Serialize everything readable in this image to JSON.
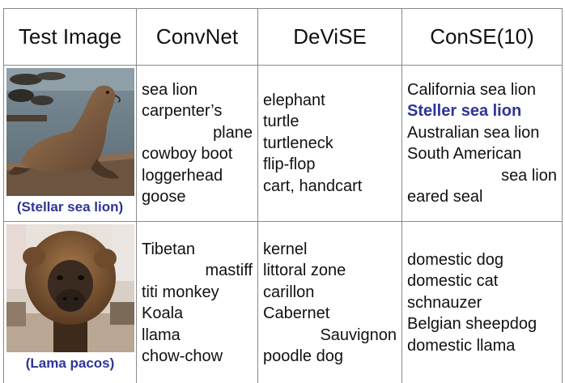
{
  "headers": [
    "Test Image",
    "ConvNet",
    "DeViSE",
    "ConSE(10)"
  ],
  "rows": [
    {
      "image": "sea-lion-photo",
      "caption": "(Stellar sea lion)",
      "convnet": [
        "sea lion",
        "carpenter’s",
        "plane",
        "cowboy boot",
        "loggerhead",
        "goose"
      ],
      "devise": [
        "elephant",
        "turtle",
        "turtleneck",
        "flip-flop",
        "cart, handcart"
      ],
      "conse": [
        "California sea lion",
        "Steller sea lion",
        "Australian sea lion",
        "South American",
        "sea lion",
        "eared seal"
      ]
    },
    {
      "image": "llama-photo",
      "caption": "(Lama pacos)",
      "convnet": [
        "Tibetan",
        "mastiff",
        "titi monkey",
        "Koala",
        "llama",
        "chow-chow"
      ],
      "devise": [
        "kernel",
        "littoral zone",
        "carillon",
        "Cabernet",
        "Sauvignon",
        "poodle dog"
      ],
      "conse": [
        "domestic dog",
        "domestic cat",
        "schnauzer",
        "Belgian sheepdog",
        "domestic llama"
      ]
    }
  ],
  "colors": {
    "highlight": "#2e3596",
    "border": "#8a8a8a"
  }
}
